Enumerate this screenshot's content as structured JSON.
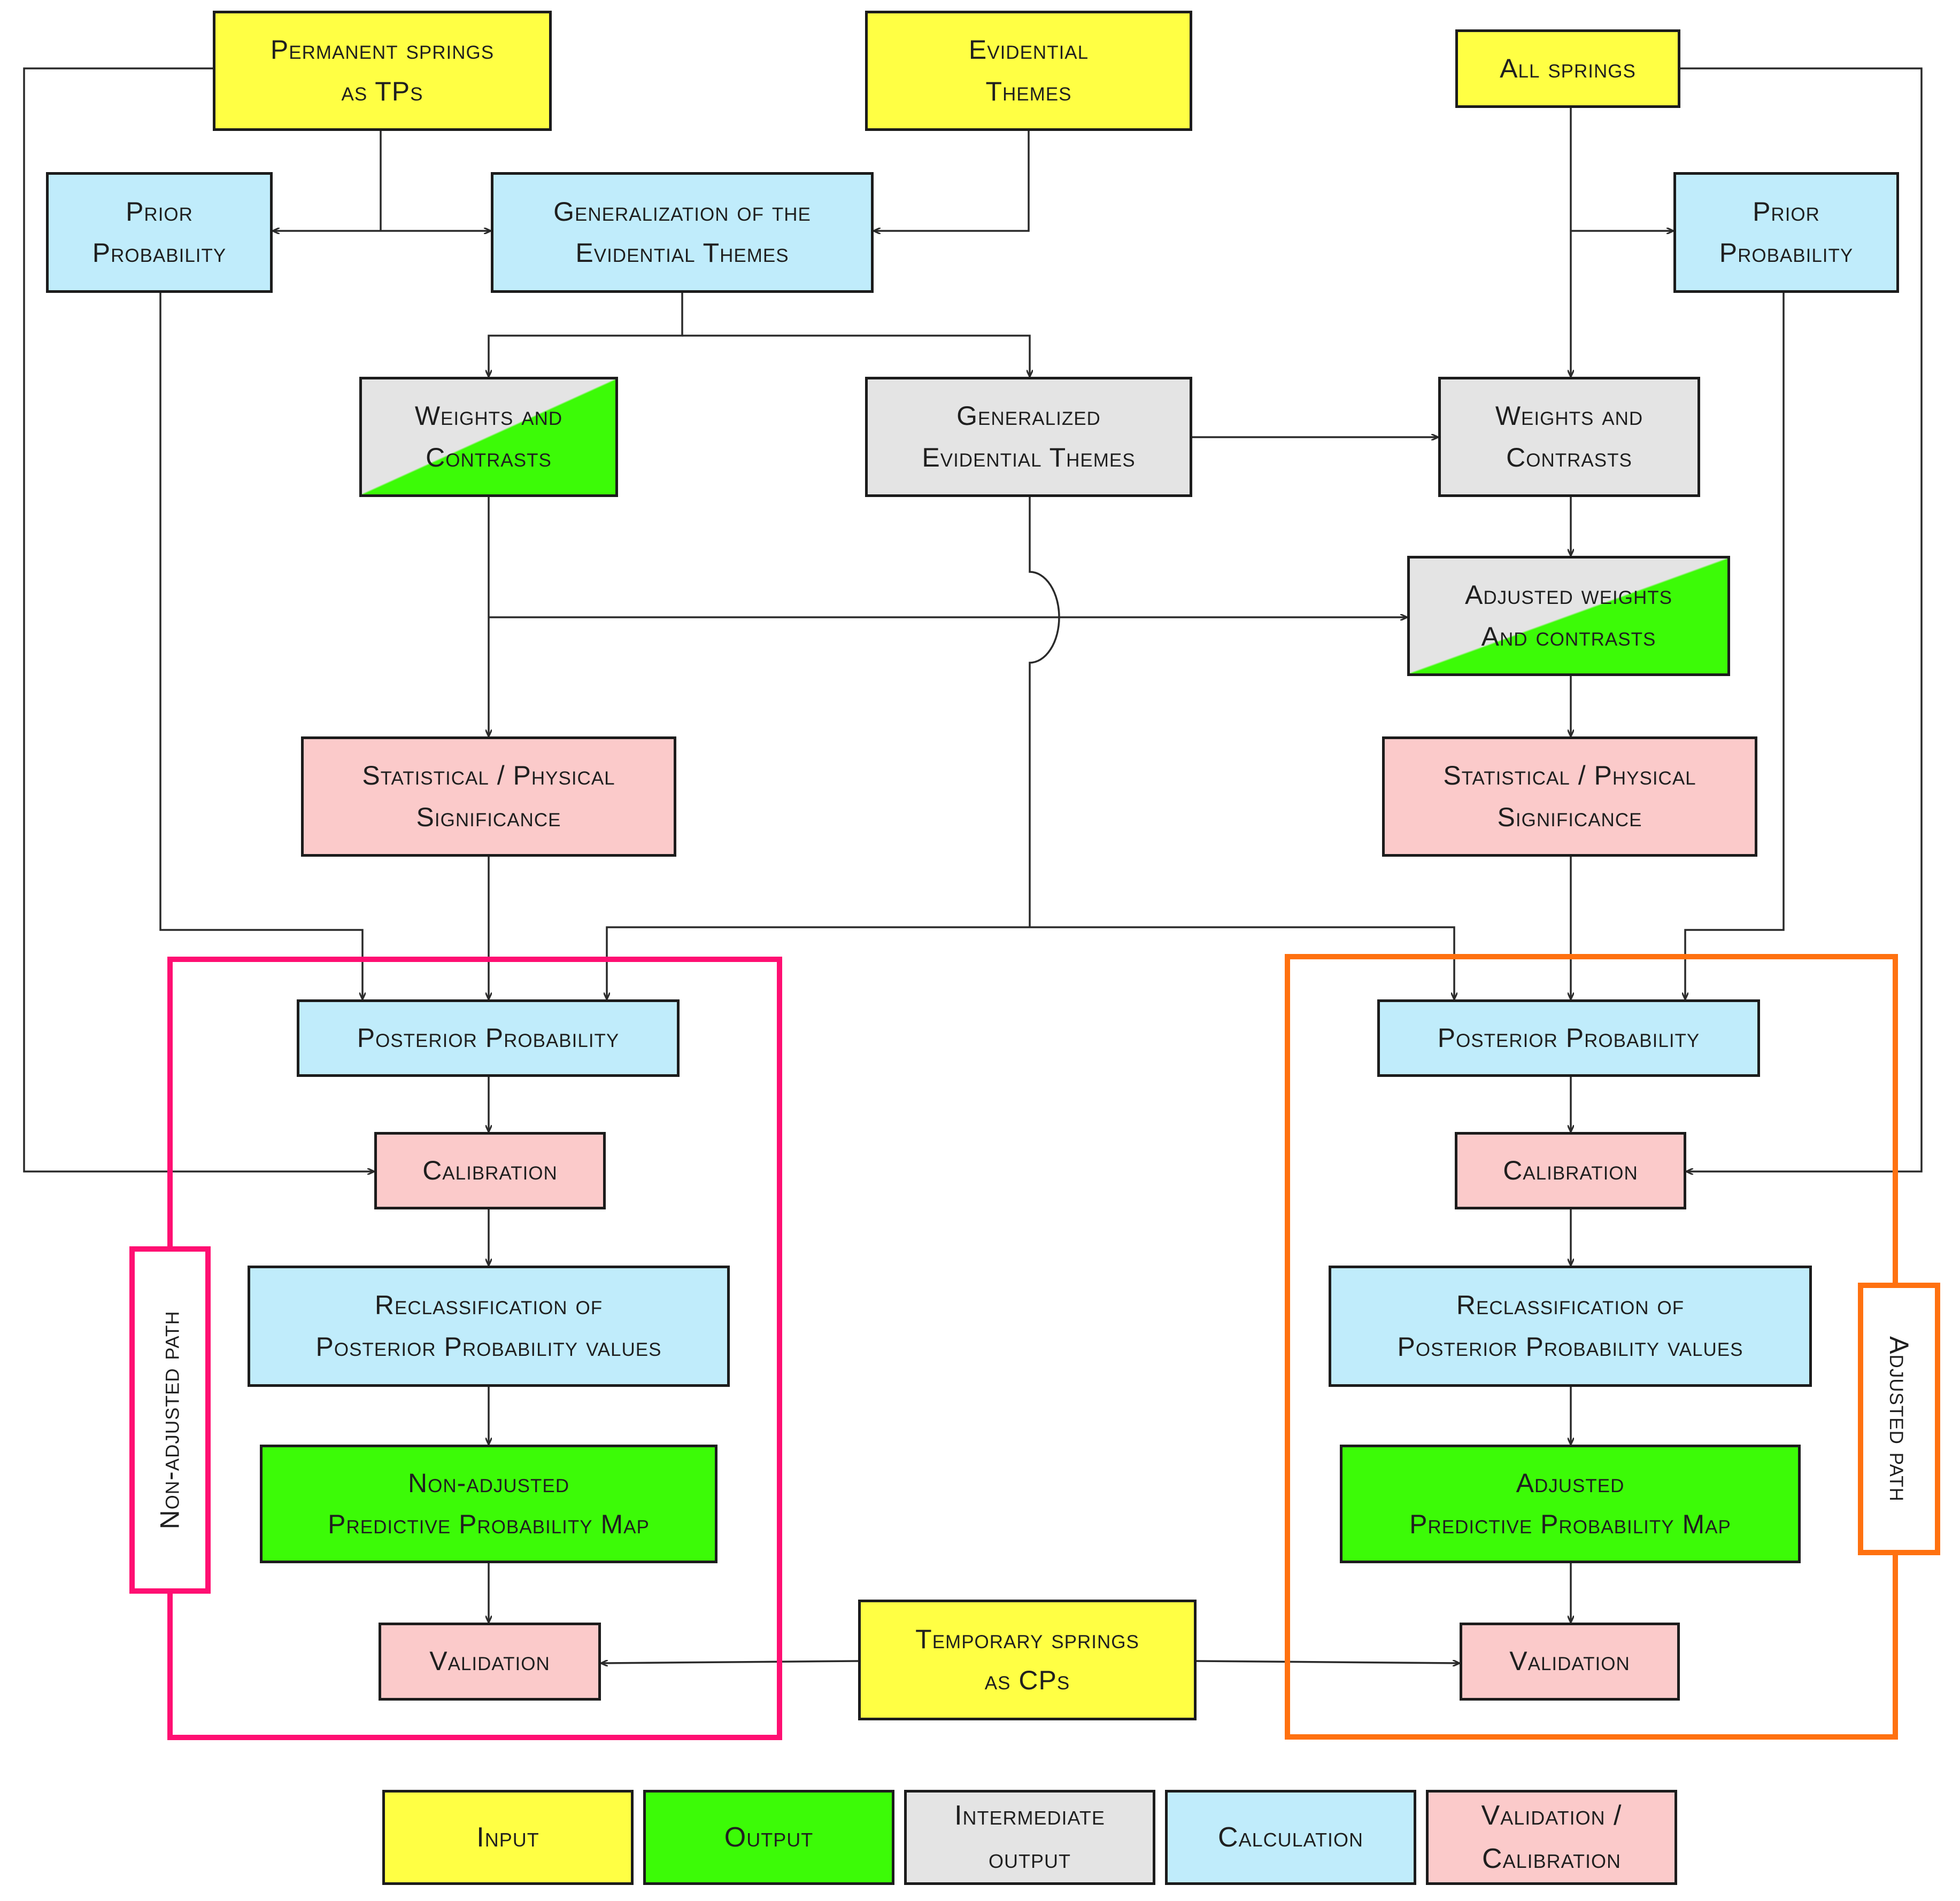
{
  "nodes": {
    "permanent_springs": [
      "Permanent springs",
      "as TPs"
    ],
    "evidential_themes": [
      "Evidential",
      "Themes"
    ],
    "all_springs": [
      "All springs"
    ],
    "prior_left": [
      "Prior",
      "Probability"
    ],
    "generalization": [
      "Generalization of the",
      "Evidential Themes"
    ],
    "prior_right": [
      "Prior",
      "Probability"
    ],
    "weights_left": [
      "Weights and",
      "Contrasts"
    ],
    "generalized_themes": [
      "Generalized",
      "Evidential Themes"
    ],
    "weights_right": [
      "Weights and",
      "Contrasts"
    ],
    "adjusted_weights": [
      "Adjusted weights",
      "And contrasts"
    ],
    "significance_left": [
      "Statistical / Physical",
      "Significance"
    ],
    "significance_right": [
      "Statistical / Physical",
      "Significance"
    ],
    "posterior_left": [
      "Posterior Probability"
    ],
    "posterior_right": [
      "Posterior Probability"
    ],
    "calibration_left": [
      "Calibration"
    ],
    "calibration_right": [
      "Calibration"
    ],
    "reclass_left": [
      "Reclassification of",
      "Posterior Probability values"
    ],
    "reclass_right": [
      "Reclassification of",
      "Posterior Probability values"
    ],
    "map_left": [
      "Non-adjusted",
      "Predictive Probability Map"
    ],
    "map_right": [
      "Adjusted",
      "Predictive Probability Map"
    ],
    "validation_left": [
      "Validation"
    ],
    "validation_right": [
      "Validation"
    ],
    "temporary_springs": [
      "Temporary springs",
      "as CPs"
    ]
  },
  "paths": {
    "non_adjusted": "Non-adjusted path",
    "adjusted": "Adjusted path"
  },
  "legend": {
    "input": [
      "Input"
    ],
    "output": [
      "Output"
    ],
    "intermediate": [
      "Intermediate",
      "output"
    ],
    "calculation": [
      "Calculation"
    ],
    "validation": [
      "Validation /",
      "Calibration"
    ]
  },
  "colors": {
    "input": "#ffff44",
    "output": "#3cfb07",
    "intermediate": "#e4e4e4",
    "calculation": "#c0ecfb",
    "validation_calibration": "#fbcaca",
    "non_adjusted_path": "#ff0f72",
    "adjusted_path": "#ff7110",
    "connector": "#2a2a2a"
  }
}
